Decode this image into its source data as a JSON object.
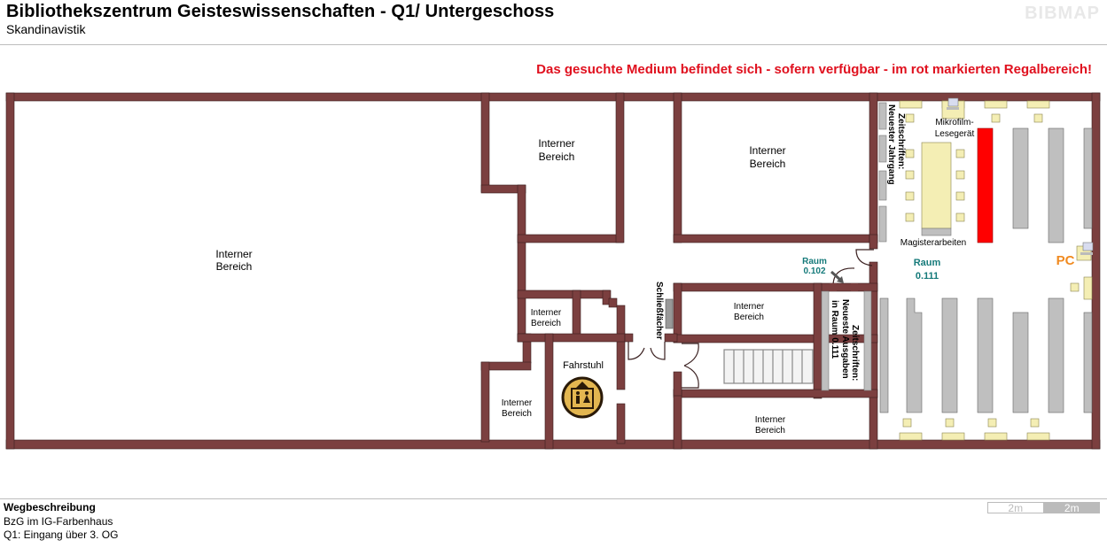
{
  "header": {
    "title": "Bibliothekszentrum Geisteswissenschaften - Q1/ Untergeschoss",
    "subtitle": "Skandinavistik",
    "logo": "BIBMAP"
  },
  "notice": "Das gesuchte Medium befindet sich - sofern verfügbar -  im rot markierten Regalbereich!",
  "map": {
    "colors": {
      "wall": "#7b3f3f",
      "shelf": "#bfbfbf",
      "highlight_shelf": "#ff0000",
      "table": "#f4eeb4",
      "room_label": "#157a7a",
      "pc_label": "#f08a20"
    },
    "rooms": {
      "big_left": [
        "Interner",
        "Bereich"
      ],
      "top_mid": [
        "Interner",
        "Bereich"
      ],
      "top_right": [
        "Interner",
        "Bereich"
      ],
      "small_mid": [
        "Interner",
        "Bereich"
      ],
      "bottom_left_small": [
        "Interner",
        "Bereich"
      ],
      "mid_right": [
        "Interner",
        "Bereich"
      ],
      "bottom_right": [
        "Interner",
        "Bereich"
      ]
    },
    "elevator_label": "Fahrstuhl",
    "lockers_label": "Schließfächer",
    "raum_102": [
      "Raum",
      "0.102"
    ],
    "raum_111": [
      "Raum",
      "0.111"
    ],
    "microfilm": [
      "Mikrofilm-",
      "Lesegerät"
    ],
    "theses": "Magisterarbeiten",
    "journals_current_year": [
      "Zeitschriften:",
      "Neuester Jahrgang"
    ],
    "journals_latest": [
      "Zeitschriften:",
      "Neueste Ausgaben",
      "in Raum 0.111"
    ],
    "pc_label": "PC"
  },
  "footer": {
    "route_title": "Wegbeschreibung",
    "route_lines": [
      "BzG im IG-Farbenhaus",
      "Q1: Eingang über 3. OG"
    ],
    "scale": [
      "2m",
      "2m"
    ]
  }
}
